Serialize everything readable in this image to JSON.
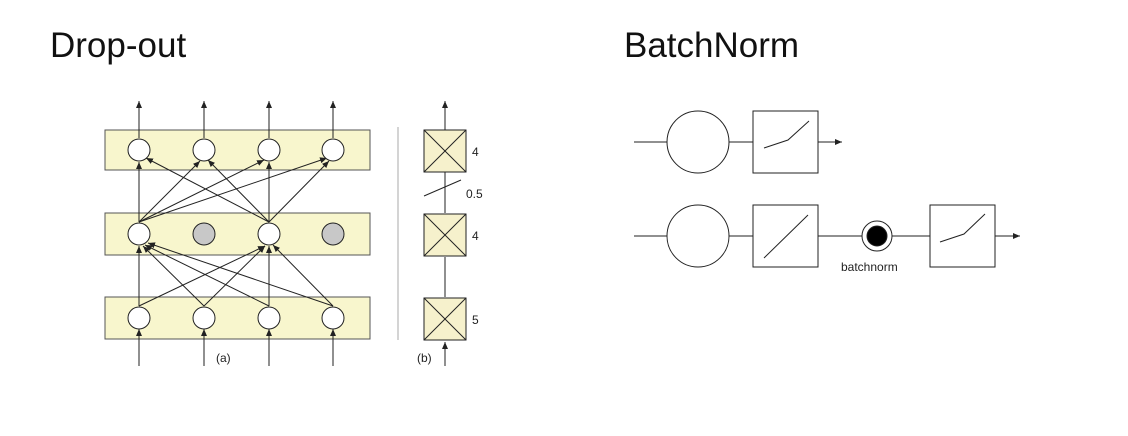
{
  "titles": {
    "left": "Drop-out",
    "right": "BatchNorm"
  },
  "dropout_diagram": {
    "panel_a_label": "(a)",
    "panel_b_label": "(b)",
    "layer_counts": [
      "4",
      "4",
      "5"
    ],
    "drop_rate_label": "0.5"
  },
  "batchnorm_diagram": {
    "batchnorm_label": "batchnorm"
  },
  "colors": {
    "layer_fill": "#f8f6cd",
    "dropped_node": "#c8c8c8",
    "box_fill": "#f6f1cc",
    "stroke": "#222222"
  }
}
